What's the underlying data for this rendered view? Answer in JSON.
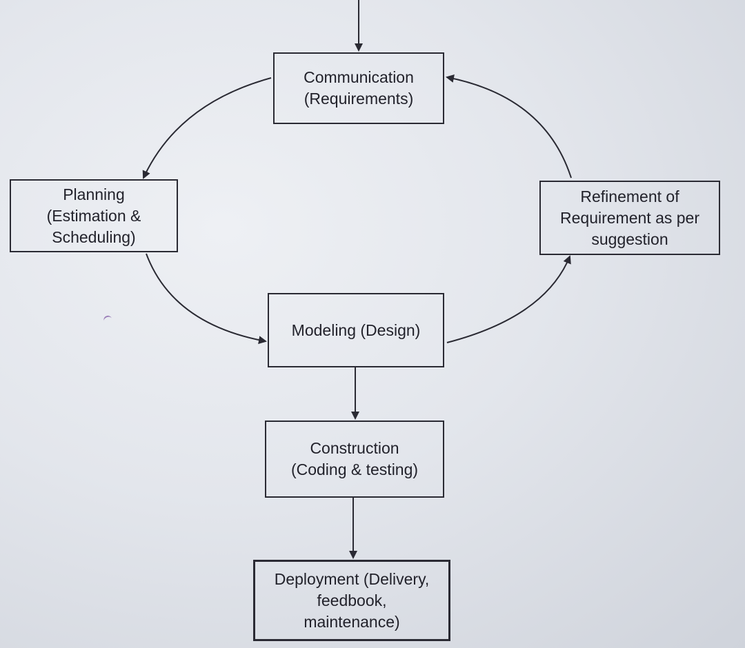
{
  "diagram": {
    "nodes": {
      "communication": {
        "label": "Communication\n(Requirements)"
      },
      "planning": {
        "label": "Planning\n(Estimation &\nScheduling)"
      },
      "modeling": {
        "label": "Modeling (Design)"
      },
      "refinement": {
        "label": "Refinement of\nRequirement as per\nsuggestion"
      },
      "construction": {
        "label": "Construction\n(Coding & testing)"
      },
      "deployment": {
        "label": "Deployment (Delivery,\nfeedbook,\nmaintenance)"
      }
    },
    "edges": [
      {
        "from": "start",
        "to": "communication"
      },
      {
        "from": "communication",
        "to": "planning"
      },
      {
        "from": "planning",
        "to": "modeling"
      },
      {
        "from": "modeling",
        "to": "refinement"
      },
      {
        "from": "refinement",
        "to": "communication"
      },
      {
        "from": "modeling",
        "to": "construction"
      },
      {
        "from": "construction",
        "to": "deployment"
      }
    ],
    "colors": {
      "line": "#2a2a33",
      "paper": "#e3e6ec"
    }
  }
}
